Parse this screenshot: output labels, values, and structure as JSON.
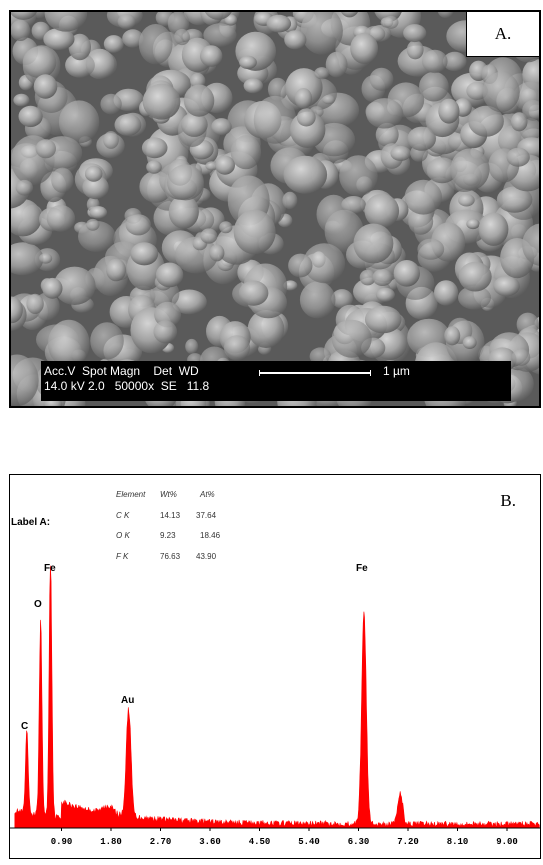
{
  "panel_a": {
    "label": "A.",
    "sem_info": {
      "row1": "Acc.V  Spot Magn    Det  WD",
      "row2": "14.0 kV 2.0   50000x  SE   11.8",
      "scale_label": "1 µm"
    }
  },
  "panel_b": {
    "label": "B.",
    "spot_label": "Label A:",
    "composition": {
      "headers": [
        "Element",
        "Wt%",
        "At%"
      ],
      "rows": [
        {
          "element": "C K",
          "wt": "14.13",
          "at": "37.64"
        },
        {
          "element": "O K",
          "wt": "9.23",
          "at": "18.46"
        },
        {
          "element": "F K",
          "wt": "76.63",
          "at": "43.90"
        }
      ]
    },
    "peak_labels": [
      "C",
      "O",
      "Fe",
      "Au",
      "Fe"
    ]
  },
  "chart_data": {
    "type": "area",
    "title": "",
    "xlabel": "",
    "ylabel": "",
    "xlim": [
      0,
      9.6
    ],
    "x_ticks": [
      "0.90",
      "1.80",
      "2.70",
      "3.60",
      "4.50",
      "5.40",
      "6.30",
      "7.20",
      "8.10",
      "9.00"
    ],
    "color": "#ff0000",
    "peaks": [
      {
        "element": "C",
        "energy_keV": 0.27,
        "relative_height": 0.3
      },
      {
        "element": "O",
        "energy_keV": 0.52,
        "relative_height": 0.72
      },
      {
        "element": "Fe",
        "energy_keV": 0.7,
        "relative_height": 0.97
      },
      {
        "element": "Au",
        "energy_keV": 2.12,
        "relative_height": 0.41
      },
      {
        "element": "Fe",
        "energy_keV": 6.4,
        "relative_height": 0.8
      },
      {
        "element": "Fe",
        "energy_keV": 7.06,
        "relative_height": 0.12
      }
    ]
  }
}
